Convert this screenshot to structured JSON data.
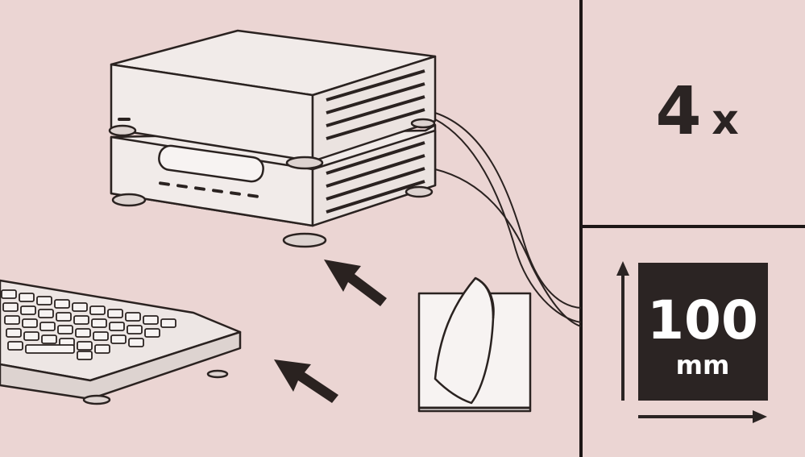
{
  "quantity": {
    "count": "4",
    "multiplier": "x"
  },
  "pad_size": {
    "value": "100",
    "unit": "mm"
  },
  "colors": {
    "background": "#ebd5d3",
    "stroke": "#2a2220",
    "device_fill": "#f1ebe9",
    "badge": "#2b2423",
    "badge_text": "#ffffff"
  },
  "icons": [
    "stacked-devices-icon",
    "keyboard-icon",
    "adhesive-pad-sheet-icon",
    "arrow-icon"
  ]
}
